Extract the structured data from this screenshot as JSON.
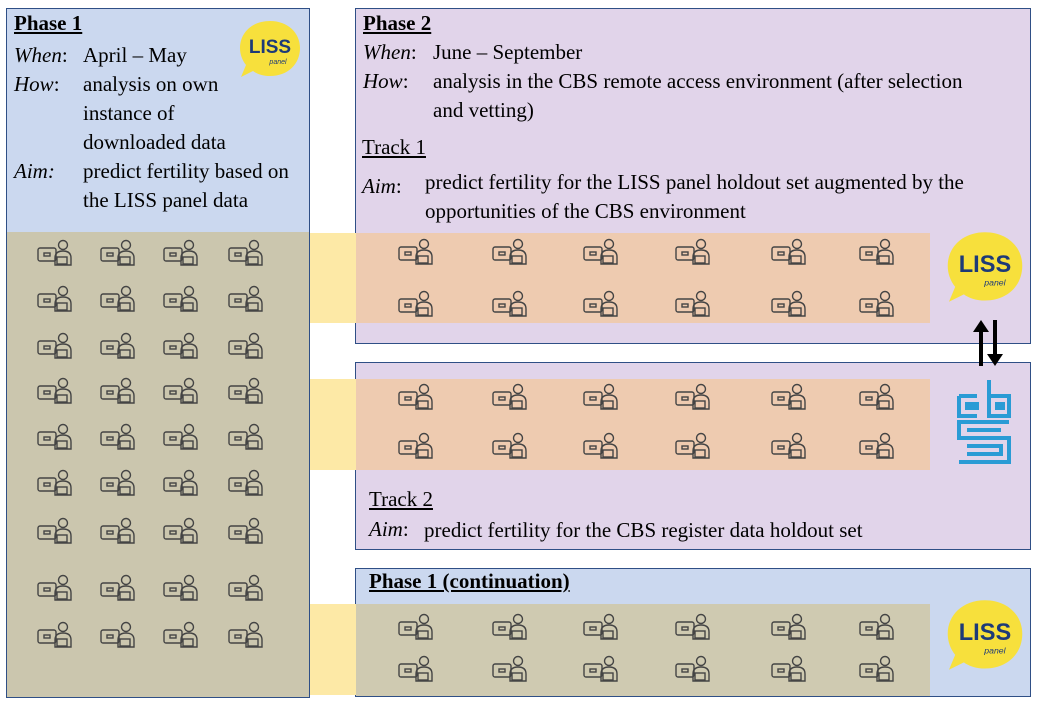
{
  "phase1": {
    "title": "Phase 1",
    "when_label": "When",
    "when_value": "April – May",
    "how_label": "How",
    "how_value": "analysis on own instance of downloaded data",
    "aim_label": "Aim:",
    "aim_value": "predict fertility based on the LISS panel data"
  },
  "phase2": {
    "title": "Phase 2",
    "when_label": "When",
    "when_value": "June – September",
    "how_label": "How",
    "how_value": "analysis in the CBS remote access environment (after selection and vetting)",
    "track1_title": "Track 1",
    "track1_aim_label": "Aim",
    "track1_aim_value": "predict fertility for the LISS panel holdout set augmented by the opportunities of the CBS environment"
  },
  "track2": {
    "title": "Track 2",
    "aim_label": "Aim",
    "aim_value": "predict fertility for the CBS register data holdout set"
  },
  "phase1_cont": {
    "title": "Phase 1 (continuation)"
  },
  "logos": {
    "liss_text": "LISS",
    "liss_sub": "panel"
  },
  "icons": {
    "workstation": "person-at-laptop-icon",
    "liss_logo": "liss-panel-logo",
    "cbs_logo": "cbs-logo",
    "exchange": "up-down-arrows-icon"
  },
  "colors": {
    "phase1_bg": "#cbd8ef",
    "phase2_bg": "#e1d4ea",
    "liss_yellow": "#f7e03c",
    "liss_navy": "#1d3a78",
    "cbs_blue": "#2a9bd5"
  }
}
